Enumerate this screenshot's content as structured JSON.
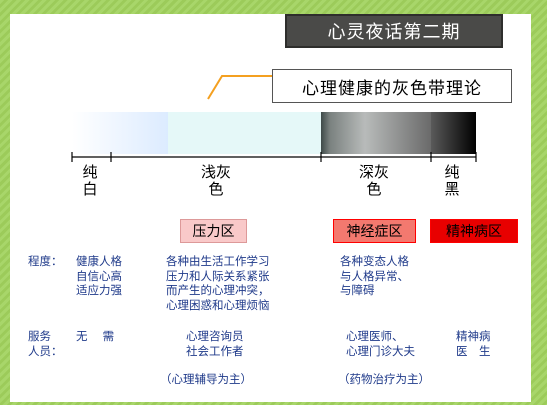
{
  "header": {
    "title": "心灵夜话第二期"
  },
  "callout": {
    "text": "心理健康的灰色带理论"
  },
  "spectrum": {
    "segments": [
      {
        "label_line1": "纯",
        "label_line2": "白",
        "badge": ""
      },
      {
        "label_line1": "浅灰",
        "label_line2": "色",
        "badge": "压力区"
      },
      {
        "label_line1": "深灰",
        "label_line2": "色",
        "badge": "神经症区"
      },
      {
        "label_line1": "纯",
        "label_line2": "黑",
        "badge": "精神病区"
      }
    ],
    "colors": {
      "badge_light": "#f9c9c9",
      "badge_mid": "#f3796f",
      "badge_dark": "#e80000",
      "border_red": "#ff0000"
    }
  },
  "degree": {
    "label": "程度：",
    "col1": [
      "健康人格",
      "自信心高",
      "适应力强"
    ],
    "col2": [
      "各种由生活工作学习",
      "压力和人际关系紧张",
      "而产生的心理冲突，",
      "心理困惑和心理烦恼"
    ],
    "col3": [
      "各种变态人格",
      "与人格异常、",
      "与障碍"
    ]
  },
  "service": {
    "label_line1": "服务",
    "label_line2": "人员：",
    "none": "无　 需",
    "col2": [
      "心理咨询员",
      "社会工作者"
    ],
    "col3": [
      "心理医师、",
      "心理门诊大夫"
    ],
    "col4": [
      "精神病",
      "医　生"
    ]
  },
  "footer": {
    "left": "（心理辅导为主）",
    "right": "（药物治疗为主）"
  }
}
